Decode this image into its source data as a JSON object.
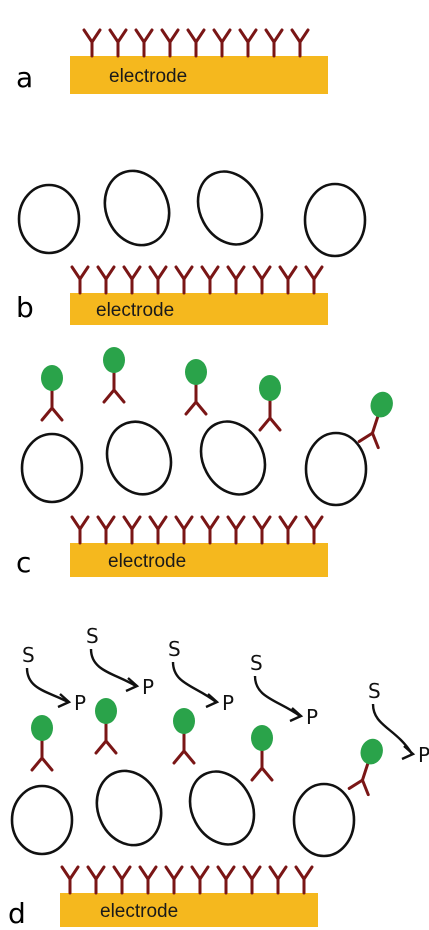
{
  "panels": [
    {
      "letter": "a",
      "electrode_label": "electrode"
    },
    {
      "letter": "b",
      "electrode_label": "electrode"
    },
    {
      "letter": "c",
      "electrode_label": "electrode"
    },
    {
      "letter": "d",
      "electrode_label": "electrode"
    }
  ],
  "reaction": {
    "substrate": "S",
    "product": "P"
  },
  "colors": {
    "electrode": "#f5b81e",
    "antibody": "#7a1616",
    "enzyme_label": "#2aa34a",
    "cell_outline": "#111111"
  }
}
